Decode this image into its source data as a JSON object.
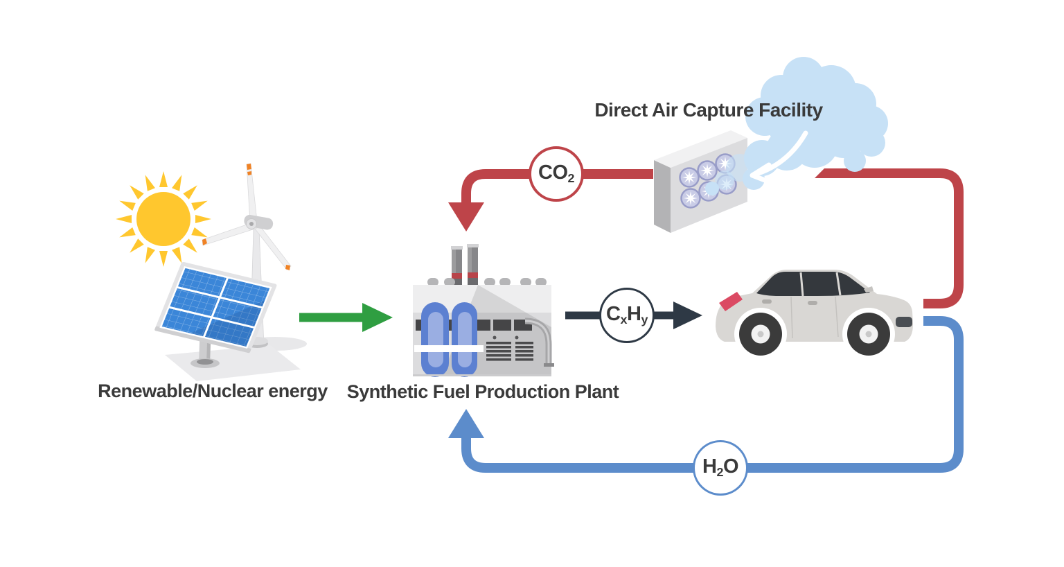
{
  "labels": {
    "dac_facility": "Direct Air Capture Facility",
    "renewable_energy": "Renewable/Nuclear energy",
    "fuel_plant": "Synthetic Fuel Production Plant"
  },
  "badges": {
    "co2": {
      "base": "CO",
      "sub": "2"
    },
    "cxhy": {
      "c": "C",
      "x": "x",
      "h": "H",
      "y": "y"
    },
    "h2o": {
      "h": "H",
      "sub": "2",
      "o": "O"
    }
  },
  "flows": [
    {
      "id": "energy",
      "label": "",
      "color": "#2F9E41",
      "from": "Renewable/Nuclear energy",
      "to": "Synthetic Fuel Production Plant"
    },
    {
      "id": "synthetic-fuel",
      "label": "CxHy",
      "color": "#2E3945",
      "from": "Synthetic Fuel Production Plant",
      "to": "Car"
    },
    {
      "id": "co2",
      "label": "CO2",
      "color": "#BE4449",
      "from": "Direct Air Capture Facility",
      "to": "Synthetic Fuel Production Plant"
    },
    {
      "id": "h2o",
      "label": "H2O",
      "color": "#5C8CCB",
      "from": "Car",
      "to": "Synthetic Fuel Production Plant"
    }
  ],
  "icons": [
    "sun-icon",
    "wind-turbine-icon",
    "solar-panel-icon",
    "factory-icon",
    "car-icon",
    "dac-facility-icon",
    "cloud-icon",
    "air-intake-arrow-icon"
  ],
  "colors": {
    "co2_red": "#BE4449",
    "h2o_blue": "#5C8CCB",
    "energy_green": "#2F9E41",
    "fuel_dark": "#2E3945",
    "cloud_blue": "#C7E1F6",
    "sun_yellow": "#FFC72E",
    "panel_blue": "#3B86D8",
    "tank_blue": "#5C80D1",
    "text": "#3A3A3A",
    "background": "#FFFFFF"
  }
}
